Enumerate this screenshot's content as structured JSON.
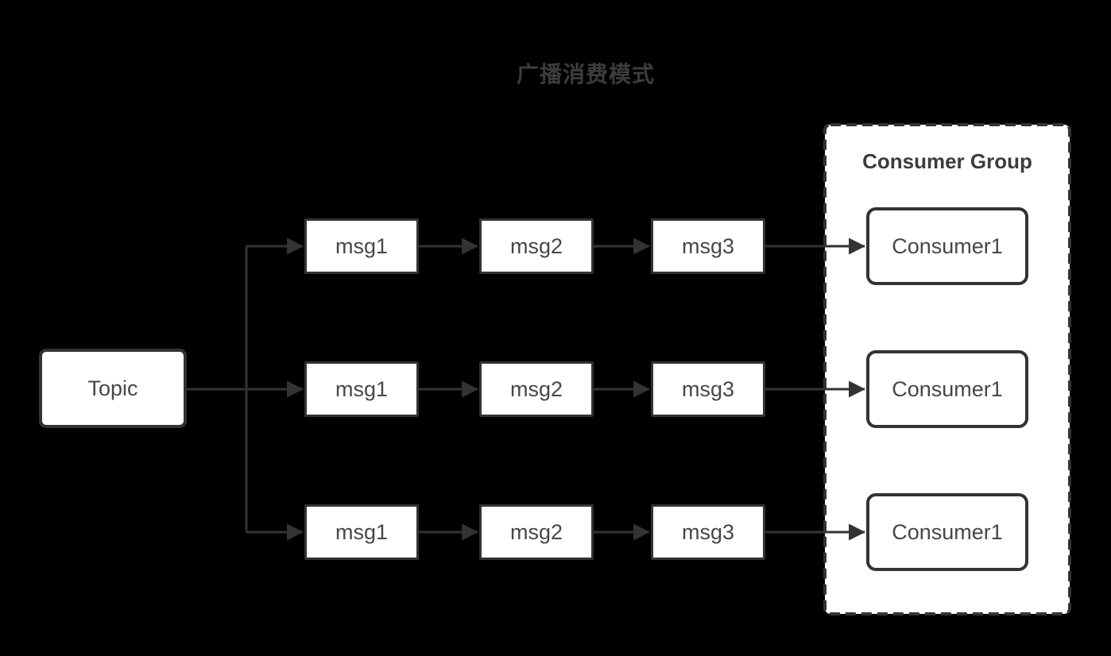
{
  "title": "广播消费模式",
  "topic": {
    "label": "Topic"
  },
  "queues": [
    {
      "messages": [
        {
          "label": "msg1"
        },
        {
          "label": "msg2"
        },
        {
          "label": "msg3"
        }
      ]
    },
    {
      "messages": [
        {
          "label": "msg1"
        },
        {
          "label": "msg2"
        },
        {
          "label": "msg3"
        }
      ]
    },
    {
      "messages": [
        {
          "label": "msg1"
        },
        {
          "label": "msg2"
        },
        {
          "label": "msg3"
        }
      ]
    }
  ],
  "consumer_group": {
    "label": "Consumer Group",
    "consumers": [
      {
        "label": "Consumer1"
      },
      {
        "label": "Consumer1"
      },
      {
        "label": "Consumer1"
      }
    ]
  },
  "colors": {
    "stroke": "#333333",
    "node_fill": "#ffffff",
    "node_text": "#474747",
    "heading_text": "#3c3c3c",
    "background": "#000000"
  }
}
